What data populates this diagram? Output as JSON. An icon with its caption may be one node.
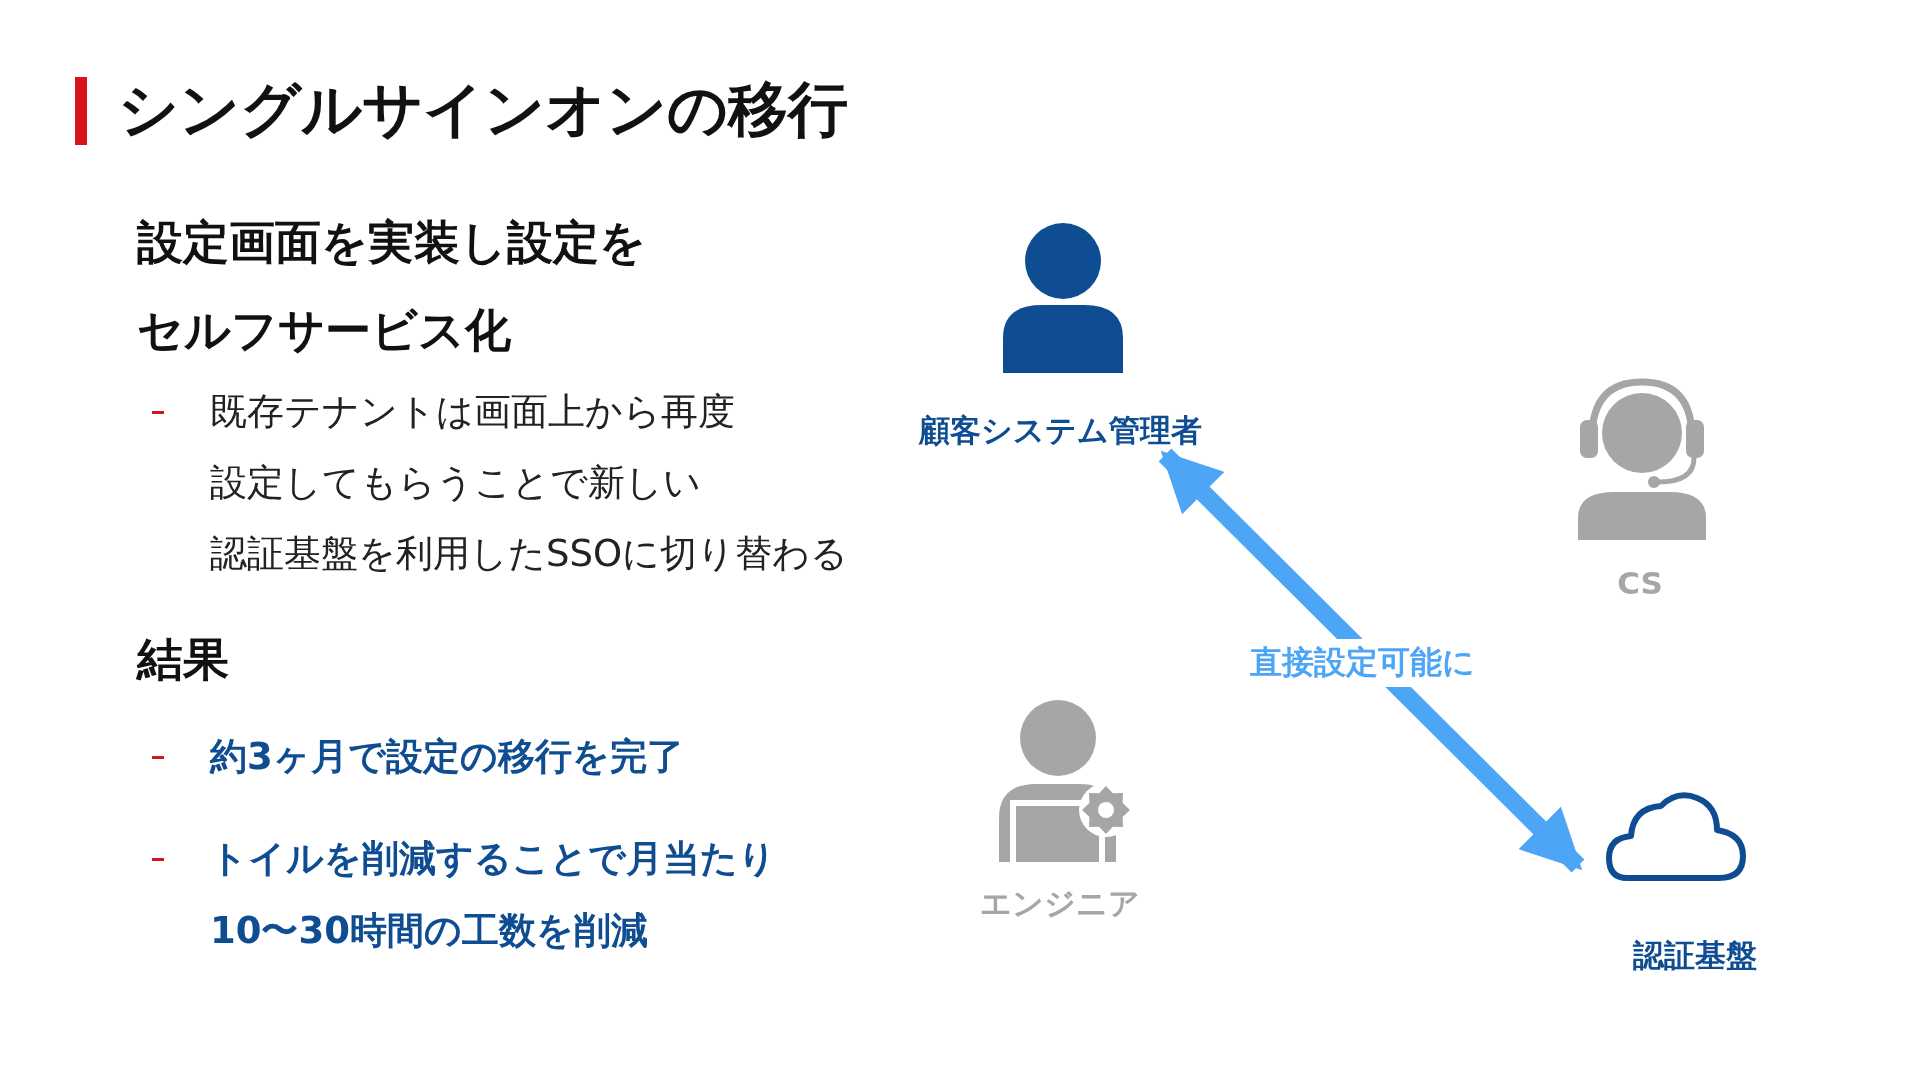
{
  "diagram": {
    "title": "シングルサインオンの移行",
    "nodes": [
      {
        "text": [
          "顧客システム管理者"
        ]
      },
      {
        "text": [
          "CS"
        ]
      },
      {
        "text": [
          "エンジニア"
        ]
      },
      {
        "text": [
          "認証基盤"
        ]
      }
    ],
    "edges": [
      {
        "from": 0,
        "to": 3,
        "arrow": "both",
        "label": "直接設定可能に",
        "color": "#4da6f5"
      }
    ],
    "labels": [
      "設定画面を実装し設定をセルフサービス化",
      "既存テナントは画面上から再度",
      "設定してもらうことで新しい",
      "認証基盤を利用したSSOに切り替わる",
      "結果",
      "約3ヶ月で設定の移行を完了",
      "トイルを削減することで月当たり10〜30時間の工数を削減"
    ]
  }
}
